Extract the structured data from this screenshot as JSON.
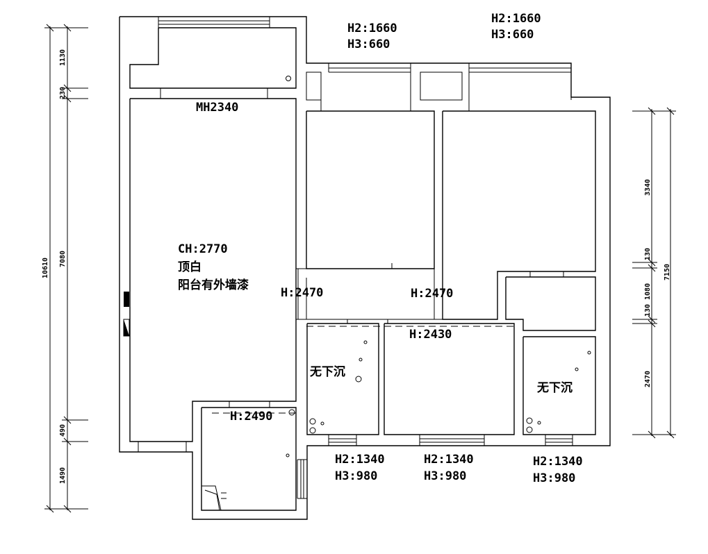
{
  "dimensions": {
    "left_total": "10610",
    "left_segments": [
      "1130",
      "230",
      "7080",
      "490",
      "1490"
    ],
    "right_total": "7150",
    "right_segments": [
      "3340",
      "130",
      "130 1080",
      "2470"
    ]
  },
  "labels": {
    "top_window_1": {
      "h2": "H2:1660",
      "h3": "H3:660"
    },
    "top_window_2": {
      "h2": "H2:1660",
      "h3": "H3:660"
    },
    "mh": "MH2340",
    "living_ch": "CH:2770",
    "living_ceiling": "顶白",
    "living_balcony_note": "阳台有外墙漆",
    "h_left": "H:2470",
    "h_right": "H:2470",
    "h_corridor": "H:2430",
    "h_kitchen": "H:2490",
    "bath_left": "无下沉",
    "bath_right": "无下沉",
    "bottom_window_1": {
      "h2": "H2:1340",
      "h3": "H3:980"
    },
    "bottom_window_2": {
      "h2": "H2:1340",
      "h3": "H3:980"
    },
    "bottom_window_3": {
      "h2": "H2:1340",
      "h3": "H3:980"
    }
  }
}
